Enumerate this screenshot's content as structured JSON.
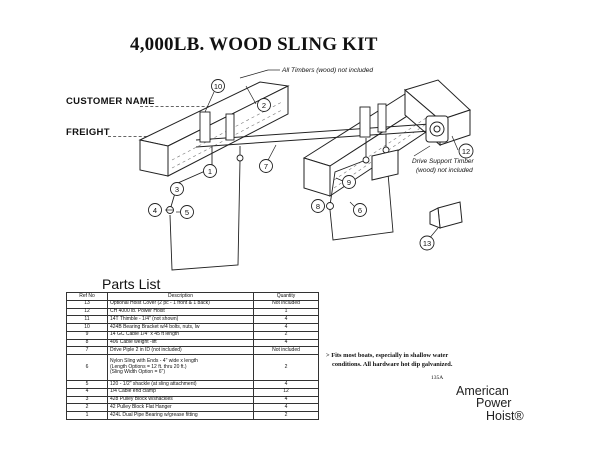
{
  "title": "4,000LB. WOOD SLING KIT",
  "form": {
    "customer_label": "CUSTOMER NAME",
    "freight_label": "FREIGHT"
  },
  "annotations": {
    "timbers": "All Timbers (wood) not included",
    "drive_support_1": "Drive Support Timber",
    "drive_support_2": "(wood) not included"
  },
  "callouts": [
    "1",
    "2",
    "3",
    "4",
    "5",
    "6",
    "7",
    "8",
    "9",
    "10",
    "12",
    "13"
  ],
  "parts": {
    "heading": "Parts List",
    "headers": [
      "Ref No",
      "Description",
      "Quantity"
    ],
    "rows": [
      {
        "ref": "13",
        "lines": [
          "Optional Hoist Cover (2 pc - 1 front & 1 back)"
        ],
        "qty": "Not included"
      },
      {
        "ref": "12",
        "lines": [
          "CH 4000 lb. Power Hoist"
        ],
        "qty": "1"
      },
      {
        "ref": "11",
        "lines": [
          "14T Thimble - 1/4\" (not shown)"
        ],
        "qty": "4"
      },
      {
        "ref": "10",
        "lines": [
          "424B Bearing Bracket w/4 bolts, nuts, lw"
        ],
        "qty": "4"
      },
      {
        "ref": "9",
        "lines": [
          "14 GC Cable 1/4\" x 45 ft length"
        ],
        "qty": "2"
      },
      {
        "ref": "8",
        "lines": [
          "406 Cable weight -lift"
        ],
        "qty": "4"
      },
      {
        "ref": "7",
        "lines": [
          "Drive Piple 2 in ID (not included)"
        ],
        "qty": "Not included"
      },
      {
        "ref": "6",
        "lines": [
          "Nylon Sling with Ends - 4\" wide x length",
          "(Length Options = 12 ft. thru 20 ft.)",
          "(Sling Width Option = 6\")"
        ],
        "qty": "2"
      },
      {
        "ref": "5",
        "lines": [
          "120 - 1/2\" shackle (at sling attachment)"
        ],
        "qty": "4"
      },
      {
        "ref": "4",
        "lines": [
          "1/4 Cable end clamp"
        ],
        "qty": "12"
      },
      {
        "ref": "3",
        "lines": [
          "428 Pulley Block w/shackles"
        ],
        "qty": "4"
      },
      {
        "ref": "2",
        "lines": [
          "42 Pulley Block Flat Hanger"
        ],
        "qty": "4"
      },
      {
        "ref": "1",
        "lines": [
          "424L Dual Pipe Bearing w/grease fitting"
        ],
        "qty": "2"
      }
    ]
  },
  "notes": {
    "line1": "> Fits most boats, especially in shallow water",
    "line2": "conditions. All hardware hot dip galvanized.",
    "code": "135A"
  },
  "logo": {
    "line1": "American",
    "line2": "Power",
    "line3": "Hoist®"
  }
}
